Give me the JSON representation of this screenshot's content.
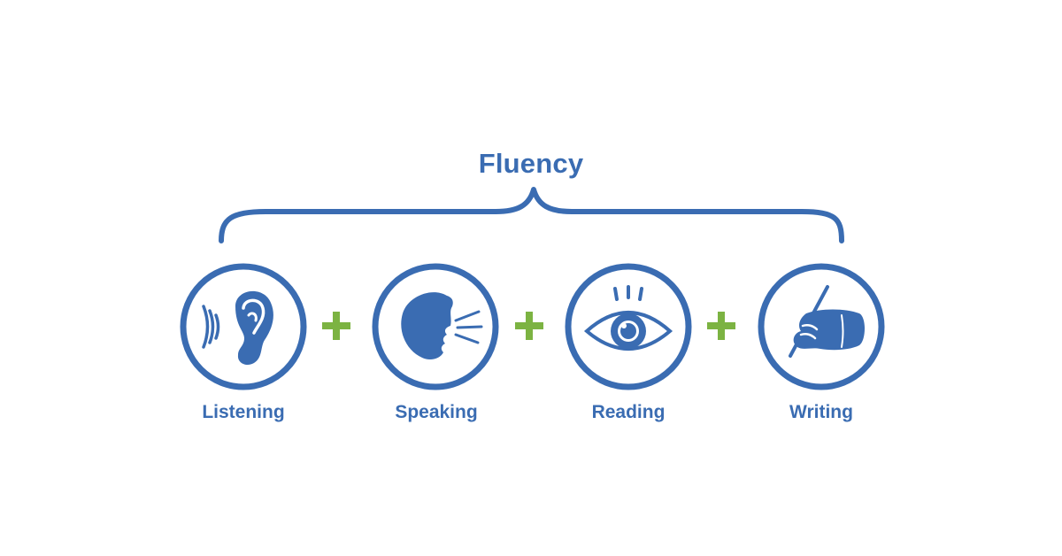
{
  "diagram": {
    "title": "Fluency",
    "skills": [
      {
        "label": "Listening",
        "icon": "ear-icon"
      },
      {
        "label": "Speaking",
        "icon": "speaking-head-icon"
      },
      {
        "label": "Reading",
        "icon": "eye-icon"
      },
      {
        "label": "Writing",
        "icon": "writing-hand-icon"
      }
    ],
    "operator": "+"
  },
  "colors": {
    "primary_blue": "#3a6cb2",
    "plus_green": "#7cb342"
  }
}
